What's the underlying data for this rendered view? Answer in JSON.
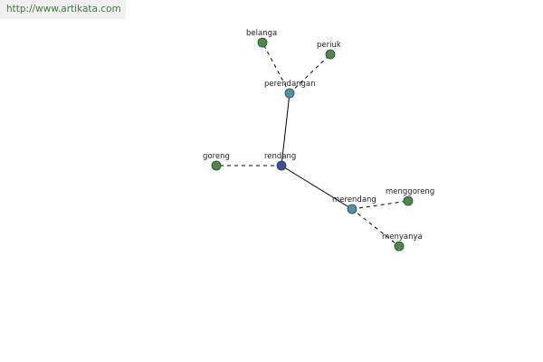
{
  "source_url": "http://www.artikata.com",
  "colors": {
    "root": "#3b4f9c",
    "hub": "#4d969c",
    "leaf": "#4a8c44",
    "node_stroke": "#2f3f3f",
    "edge": "#000000"
  },
  "graph": {
    "nodes": [
      {
        "id": "rendang",
        "label": "rendang",
        "role": "root"
      },
      {
        "id": "perendangan",
        "label": "perendangan",
        "role": "hub"
      },
      {
        "id": "merendang",
        "label": "merendang",
        "role": "hub"
      },
      {
        "id": "goreng",
        "label": "goreng",
        "role": "leaf"
      },
      {
        "id": "belanga",
        "label": "belanga",
        "role": "leaf"
      },
      {
        "id": "periuk",
        "label": "periuk",
        "role": "leaf"
      },
      {
        "id": "menggoreng",
        "label": "menggoreng",
        "role": "leaf"
      },
      {
        "id": "menyanya",
        "label": "menyanya",
        "role": "leaf"
      }
    ],
    "edges": [
      {
        "from": "rendang",
        "to": "perendangan",
        "style": "solid"
      },
      {
        "from": "rendang",
        "to": "merendang",
        "style": "solid"
      },
      {
        "from": "rendang",
        "to": "goreng",
        "style": "dashed"
      },
      {
        "from": "perendangan",
        "to": "belanga",
        "style": "dashed"
      },
      {
        "from": "perendangan",
        "to": "periuk",
        "style": "dashed"
      },
      {
        "from": "merendang",
        "to": "menggoreng",
        "style": "dashed"
      },
      {
        "from": "merendang",
        "to": "menyanya",
        "style": "dashed"
      }
    ]
  }
}
